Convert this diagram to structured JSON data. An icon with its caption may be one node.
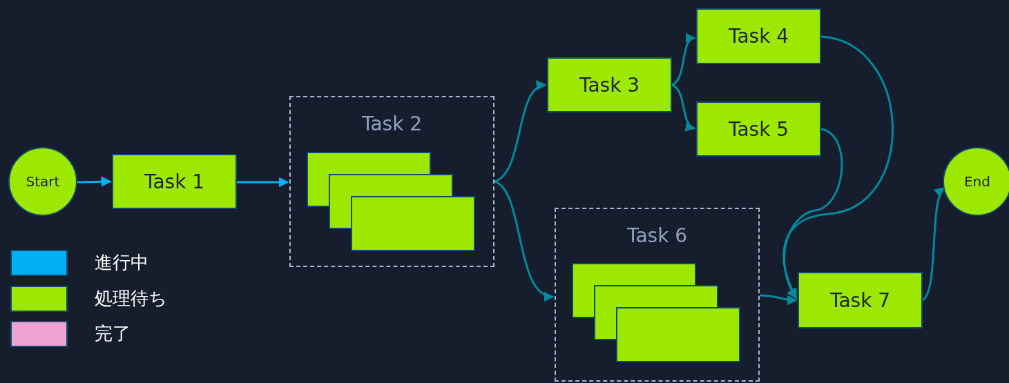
{
  "diagram": {
    "nodes": [
      {
        "text": [
          "Start"
        ]
      },
      {
        "text": [
          "Task 1"
        ]
      },
      {
        "text": [
          "Task 2"
        ]
      },
      {
        "text": [],
        "shape": "box",
        "in": 2
      },
      {
        "text": [
          "Task 3"
        ]
      },
      {
        "text": [
          "Task 4"
        ]
      },
      {
        "text": [
          "Task 5"
        ]
      },
      {
        "text": [
          "Task 6"
        ]
      },
      {
        "text": [],
        "shape": "box",
        "in": 7
      },
      {
        "text": [
          "Task 7"
        ]
      },
      {
        "text": [
          "End"
        ]
      }
    ],
    "edges": [
      {
        "from": 0,
        "to": 1,
        "arrow": "to",
        "color": "#00b0f0"
      },
      {
        "from": 1,
        "to": 2,
        "arrow": "to",
        "color": "#00b0f0"
      },
      {
        "from": 2,
        "to": 4,
        "arrow": "to"
      },
      {
        "from": 2,
        "to": 7,
        "arrow": "to"
      },
      {
        "from": 4,
        "to": 5,
        "arrow": "to"
      },
      {
        "from": 4,
        "to": 6,
        "arrow": "to"
      },
      {
        "from": 5,
        "to": 9,
        "arrow": "to"
      },
      {
        "from": 6,
        "to": 9,
        "arrow": "to"
      },
      {
        "from": 7,
        "to": 9,
        "arrow": "to"
      },
      {
        "from": 9,
        "to": 10,
        "arrow": "to"
      }
    ],
    "legend": [
      {
        "text": "進行中",
        "color": "#00b0f0"
      },
      {
        "text": "処理待ち",
        "color": "#9de800"
      },
      {
        "text": "完了",
        "color": "#f0a3d0"
      }
    ]
  }
}
